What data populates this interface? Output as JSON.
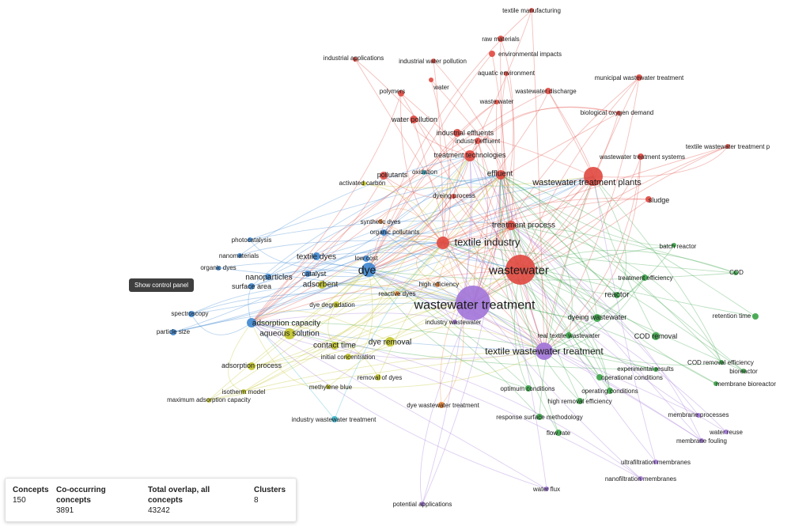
{
  "controls": {
    "show_panel_label": "Show control panel"
  },
  "stats": [
    {
      "header": "Concepts",
      "value": "150"
    },
    {
      "header": "Co-occurring concepts",
      "value": "3891"
    },
    {
      "header": "Total overlap, all concepts",
      "value": "43242"
    },
    {
      "header": "Clusters",
      "value": "8"
    }
  ],
  "cluster_colors": {
    "red": "#e0483f",
    "blue": "#3d86d0",
    "yellow": "#c2c42a",
    "green": "#3aa347",
    "purple": "#a173d8",
    "cyan": "#38b5cc",
    "orange": "#e8853a",
    "brown": "#b86a5b"
  },
  "nodes": [
    {
      "label": "textile manufacturing",
      "cluster": "red"
    },
    {
      "label": "raw materials",
      "cluster": "red"
    },
    {
      "label": "environmental impacts",
      "cluster": "red"
    },
    {
      "label": "industrial applications",
      "cluster": "red"
    },
    {
      "label": "industrial water pollution",
      "cluster": "red"
    },
    {
      "label": "aquatic environment",
      "cluster": "red"
    },
    {
      "label": "municipal wastewater treatment",
      "cluster": "red"
    },
    {
      "label": "polymers",
      "cluster": "red"
    },
    {
      "label": "water",
      "cluster": "red"
    },
    {
      "label": "wastewater discharge",
      "cluster": "red"
    },
    {
      "label": "waste water",
      "cluster": "red"
    },
    {
      "label": "biological oxygen demand",
      "cluster": "red"
    },
    {
      "label": "water pollution",
      "cluster": "red"
    },
    {
      "label": "industrial effluents",
      "cluster": "red"
    },
    {
      "label": "industry effluent",
      "cluster": "red"
    },
    {
      "label": "textile wastewater treatment p",
      "cluster": "red"
    },
    {
      "label": "treatment technologies",
      "cluster": "red"
    },
    {
      "label": "wastewater treatment systems",
      "cluster": "red"
    },
    {
      "label": "pollutants",
      "cluster": "red"
    },
    {
      "label": "oxidation",
      "cluster": "cyan"
    },
    {
      "label": "effluent",
      "cluster": "red"
    },
    {
      "label": "wastewater treatment plants",
      "cluster": "red"
    },
    {
      "label": "activated carbon",
      "cluster": "yellow"
    },
    {
      "label": "dyeing process",
      "cluster": "red"
    },
    {
      "label": "sludge",
      "cluster": "red"
    },
    {
      "label": "synthetic dyes",
      "cluster": "orange"
    },
    {
      "label": "treatment process",
      "cluster": "red"
    },
    {
      "label": "organic pollutants",
      "cluster": "blue"
    },
    {
      "label": "photocatalysis",
      "cluster": "blue"
    },
    {
      "label": "textile industry",
      "cluster": "red"
    },
    {
      "label": "batch reactor",
      "cluster": "green"
    },
    {
      "label": "nanomaterials",
      "cluster": "blue"
    },
    {
      "label": "textile dyes",
      "cluster": "blue"
    },
    {
      "label": "low cost",
      "cluster": "blue"
    },
    {
      "label": "organic dyes",
      "cluster": "blue"
    },
    {
      "label": "dye",
      "cluster": "blue"
    },
    {
      "label": "catalyst",
      "cluster": "blue"
    },
    {
      "label": "wastewater",
      "cluster": "red"
    },
    {
      "label": "COD",
      "cluster": "green"
    },
    {
      "label": "nanoparticles",
      "cluster": "blue"
    },
    {
      "label": "treatment efficiency",
      "cluster": "green"
    },
    {
      "label": "surface area",
      "cluster": "blue"
    },
    {
      "label": "adsorbent",
      "cluster": "yellow"
    },
    {
      "label": "high efficiency",
      "cluster": "orange"
    },
    {
      "label": "reactive dyes",
      "cluster": "orange"
    },
    {
      "label": "reactor",
      "cluster": "green"
    },
    {
      "label": "dye degradation",
      "cluster": "yellow"
    },
    {
      "label": "wastewater treatment",
      "cluster": "purple"
    },
    {
      "label": "spectroscopy",
      "cluster": "blue"
    },
    {
      "label": "retention time",
      "cluster": "green"
    },
    {
      "label": "adsorption capacity",
      "cluster": "blue"
    },
    {
      "label": "industry wastewater",
      "cluster": "purple"
    },
    {
      "label": "dyeing wastewater",
      "cluster": "green"
    },
    {
      "label": "particle size",
      "cluster": "blue"
    },
    {
      "label": "aqueous solution",
      "cluster": "yellow"
    },
    {
      "label": "real textile wastewater",
      "cluster": "green"
    },
    {
      "label": "COD removal",
      "cluster": "green"
    },
    {
      "label": "dye removal",
      "cluster": "yellow"
    },
    {
      "label": "contact time",
      "cluster": "yellow"
    },
    {
      "label": "textile wastewater treatment",
      "cluster": "purple"
    },
    {
      "label": "initial concentration",
      "cluster": "yellow"
    },
    {
      "label": "COD removal efficiency",
      "cluster": "green"
    },
    {
      "label": "adsorption process",
      "cluster": "yellow"
    },
    {
      "label": "experimental results",
      "cluster": "green"
    },
    {
      "label": "bioreactor",
      "cluster": "green"
    },
    {
      "label": "operational conditions",
      "cluster": "green"
    },
    {
      "label": "removal of dyes",
      "cluster": "yellow"
    },
    {
      "label": "membrane bioreactor",
      "cluster": "green"
    },
    {
      "label": "methylene blue",
      "cluster": "yellow"
    },
    {
      "label": "isotherm model",
      "cluster": "yellow"
    },
    {
      "label": "optimum conditions",
      "cluster": "green"
    },
    {
      "label": "operating conditions",
      "cluster": "green"
    },
    {
      "label": "maximum adsorption capacity",
      "cluster": "yellow"
    },
    {
      "label": "high removal efficiency",
      "cluster": "green"
    },
    {
      "label": "dye wastewater treatment",
      "cluster": "orange"
    },
    {
      "label": "response surface methodology",
      "cluster": "green"
    },
    {
      "label": "membrane processes",
      "cluster": "purple"
    },
    {
      "label": "industry wastewater treatment",
      "cluster": "cyan"
    },
    {
      "label": "water reuse",
      "cluster": "purple"
    },
    {
      "label": "flow rate",
      "cluster": "green"
    },
    {
      "label": "membrane fouling",
      "cluster": "purple"
    },
    {
      "label": "ultrafiltration membranes",
      "cluster": "purple"
    },
    {
      "label": "nanofiltration membranes",
      "cluster": "purple"
    },
    {
      "label": "water flux",
      "cluster": "purple"
    },
    {
      "label": "potential applications",
      "cluster": "purple"
    }
  ]
}
